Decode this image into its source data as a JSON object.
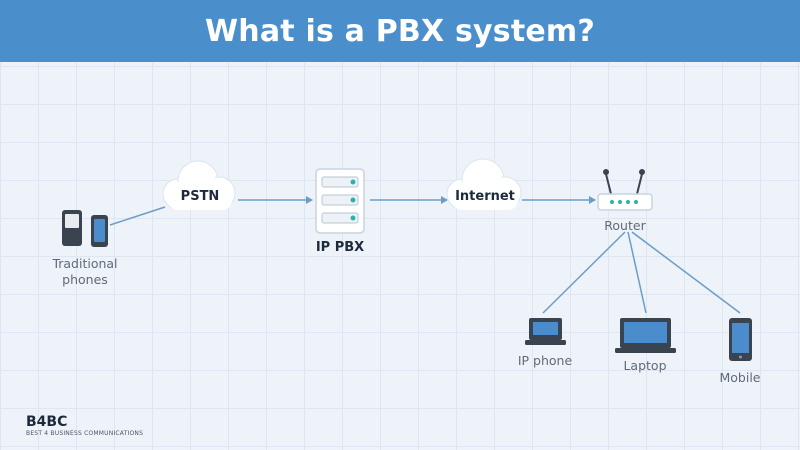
{
  "header": {
    "title": "What is a PBX system?"
  },
  "nodes": {
    "traditional_phones": "Traditional\nphones",
    "pstn": "PSTN",
    "ip_pbx": "IP PBX",
    "internet": "Internet",
    "router": "Router",
    "ip_phone": "IP phone",
    "laptop": "Laptop",
    "mobile": "Mobile"
  },
  "brand": {
    "name": "B4BC",
    "tagline": "BEST 4 BUSINESS COMMUNICATIONS"
  },
  "colors": {
    "header": "#4a8fcb",
    "line": "#6a9ec8",
    "device_dark": "#3a4350",
    "screen_blue": "#4b8ccc",
    "background": "#eef3fa"
  }
}
